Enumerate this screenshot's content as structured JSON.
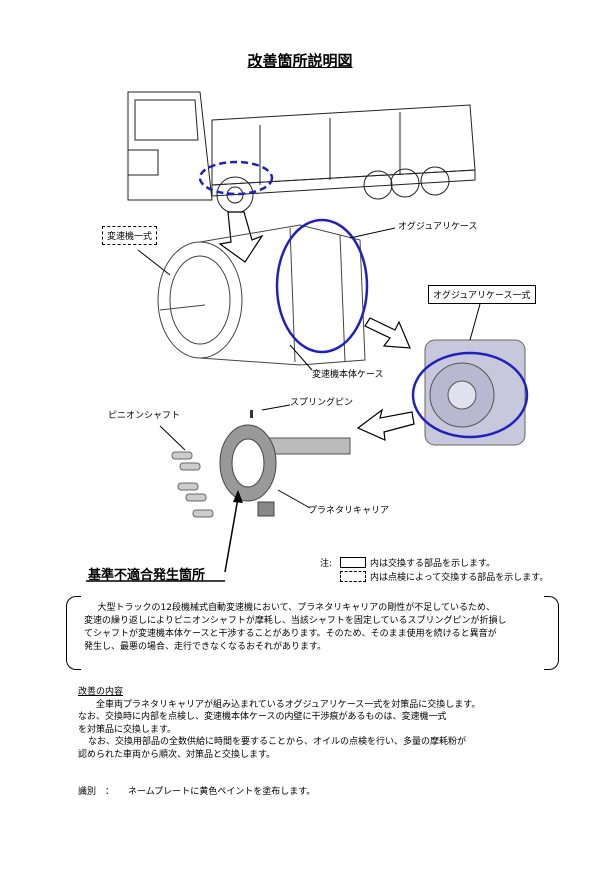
{
  "title": "改善箇所説明図",
  "labels": {
    "transmission_assembly": "変速機一式",
    "auxiliary_case": "オグジュアリケース",
    "auxiliary_case_assembly": "オグジュアリケース一式",
    "transmission_main_case": "変速機本体ケース",
    "spring_pin": "スプリングピン",
    "pinion_shaft": "ピニオンシャフト",
    "planetary_carrier": "プラネタリキャリア",
    "nonconformity_location": "基準不適合発生箇所"
  },
  "legend": {
    "prefix": "注:",
    "solid": "内は交換する部品を示します。",
    "dashed": "内は点検によって交換する部品を示します。"
  },
  "description": [
    "大型トラックの12段機械式自動変速機において、プラネタリキャリアの剛性が不足しているため、",
    "変速の繰り返しによりピニオンシャフトが摩耗し、当該シャフトを固定しているスプリングピンが折損し",
    "てシャフトが変速機本体ケースと干渉することがあります。そのため、そのまま使用を続けると異音が",
    "発生し、最悪の場合、走行できなくなるおそれがあります。"
  ],
  "improvement": {
    "heading": "改善の内容",
    "lines": [
      "全車両プラネタリキャリアが組み込まれているオグジュアリケース一式を対策品に交換します。",
      "なお、交換時に内部を点検し、変速機本体ケースの内壁に干渉痕があるものは、変速機一式",
      "を対策品に交換します。",
      "なお、交換用部品の全数供給に時間を要することから、オイルの点検を行い、多量の摩耗粉が",
      "認められた車両から順次、対策品と交換します。"
    ]
  },
  "identification": {
    "label": "識別　：",
    "text": "ネームプレートに黄色ペイントを塗布します。"
  },
  "colors": {
    "highlight": "#2020c0"
  }
}
